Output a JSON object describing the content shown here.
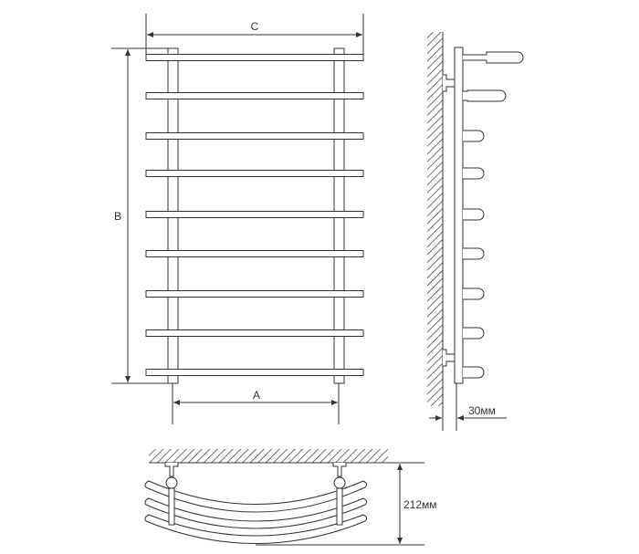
{
  "title": "Towel rail dimension drawing",
  "front_view": {
    "dim_width_label": "C",
    "dim_height_label": "B",
    "dim_rail_spacing_label": "A",
    "bar_count": 9
  },
  "side_view": {
    "dim_depth_label": "30мм"
  },
  "top_view": {
    "dim_depth_label": "212мм"
  },
  "colors": {
    "line": "#333333",
    "background": "#ffffff"
  }
}
